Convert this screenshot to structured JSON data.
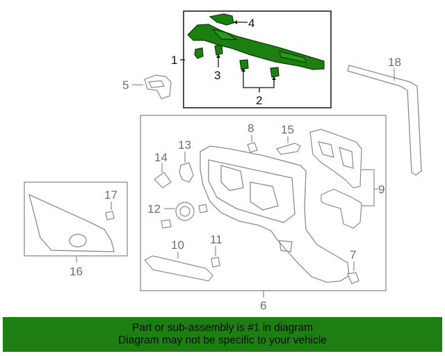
{
  "callouts": {
    "c1": "1",
    "c2": "2",
    "c3": "3",
    "c4": "4",
    "c5": "5",
    "c6": "6",
    "c7": "7",
    "c8": "8",
    "c9": "9",
    "c10": "10",
    "c11": "11",
    "c12": "12",
    "c13": "13",
    "c14": "14",
    "c15": "15",
    "c16": "16",
    "c17": "17",
    "c18": "18"
  },
  "banner": {
    "line1": "Part or sub-assembly is #1 in diagram",
    "line2": "Diagram may not be specific to your vehicle"
  },
  "colors": {
    "highlight": "#1d7e12",
    "part_outline": "#8a8a8a",
    "box_outline": "#111111"
  }
}
